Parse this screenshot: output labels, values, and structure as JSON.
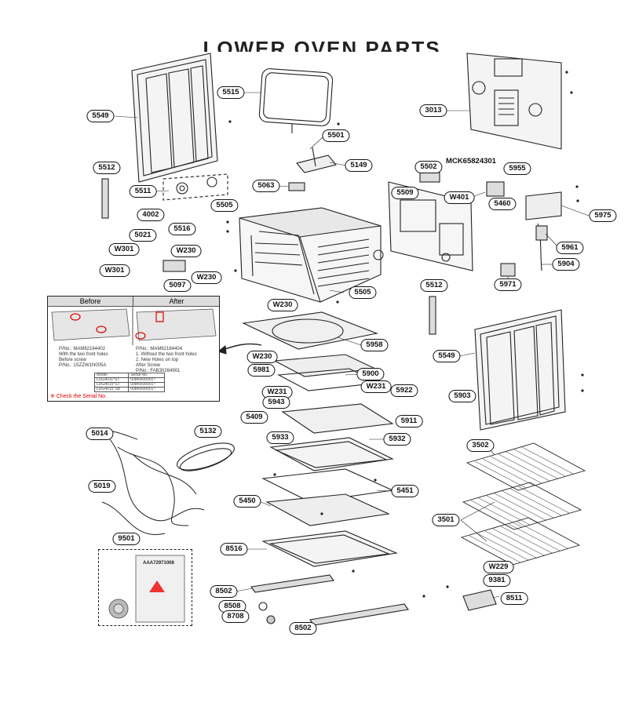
{
  "title": "LOWER OVEN PARTS",
  "labels": [
    {
      "id": "5549a",
      "text": "5549"
    },
    {
      "id": "5515",
      "text": "5515"
    },
    {
      "id": "3013",
      "text": "3013"
    },
    {
      "id": "5501",
      "text": "5501"
    },
    {
      "id": "5149",
      "text": "5149"
    },
    {
      "id": "5512a",
      "text": "5512"
    },
    {
      "id": "5502",
      "text": "5502"
    },
    {
      "id": "mck",
      "text": "MCK65824301"
    },
    {
      "id": "5955",
      "text": "5955"
    },
    {
      "id": "5511",
      "text": "5511"
    },
    {
      "id": "5063",
      "text": "5063"
    },
    {
      "id": "5509",
      "text": "5509"
    },
    {
      "id": "w401",
      "text": "W401"
    },
    {
      "id": "5460",
      "text": "5460"
    },
    {
      "id": "5505a",
      "text": "5505"
    },
    {
      "id": "4002",
      "text": "4002"
    },
    {
      "id": "5516",
      "text": "5516"
    },
    {
      "id": "5975",
      "text": "5975"
    },
    {
      "id": "5021",
      "text": "5021"
    },
    {
      "id": "w301a",
      "text": "W301"
    },
    {
      "id": "w230a",
      "text": "W230"
    },
    {
      "id": "5961",
      "text": "5961"
    },
    {
      "id": "5097",
      "text": "5097"
    },
    {
      "id": "w301b",
      "text": "W301"
    },
    {
      "id": "w230b",
      "text": "W230"
    },
    {
      "id": "5904",
      "text": "5904"
    },
    {
      "id": "5971",
      "text": "5971"
    },
    {
      "id": "5512b",
      "text": "5512"
    },
    {
      "id": "5505b",
      "text": "5505"
    },
    {
      "id": "w230c",
      "text": "W230"
    },
    {
      "id": "5958",
      "text": "5958"
    },
    {
      "id": "w230d",
      "text": "W230"
    },
    {
      "id": "5549b",
      "text": "5549"
    },
    {
      "id": "5981",
      "text": "5981"
    },
    {
      "id": "5900",
      "text": "5900"
    },
    {
      "id": "w231a",
      "text": "W231"
    },
    {
      "id": "w231b",
      "text": "W231"
    },
    {
      "id": "5922",
      "text": "5922"
    },
    {
      "id": "5943",
      "text": "5943"
    },
    {
      "id": "5903",
      "text": "5903"
    },
    {
      "id": "5911",
      "text": "5911"
    },
    {
      "id": "5409",
      "text": "5409"
    },
    {
      "id": "5014",
      "text": "5014"
    },
    {
      "id": "5132",
      "text": "5132"
    },
    {
      "id": "5933",
      "text": "5933"
    },
    {
      "id": "5932",
      "text": "5932"
    },
    {
      "id": "3502",
      "text": "3502"
    },
    {
      "id": "5019",
      "text": "5019"
    },
    {
      "id": "5451",
      "text": "5451"
    },
    {
      "id": "5450",
      "text": "5450"
    },
    {
      "id": "3501",
      "text": "3501"
    },
    {
      "id": "9501",
      "text": "9501"
    },
    {
      "id": "8516",
      "text": "8516"
    },
    {
      "id": "w229",
      "text": "W229"
    },
    {
      "id": "9381",
      "text": "9381"
    },
    {
      "id": "8502a",
      "text": "8502"
    },
    {
      "id": "8511",
      "text": "8511"
    },
    {
      "id": "8508",
      "text": "8508"
    },
    {
      "id": "8708",
      "text": "8708"
    },
    {
      "id": "8502b",
      "text": "8502"
    }
  ],
  "inset": {
    "before": "Before",
    "after": "After",
    "before_text": "P/No.: MAM62164402\nWith the two front holes\nBefore screw\nP/No.: 1SZZW1N005A",
    "after_text": "P/No.: MAM62164404\n1. Without the two front holes\n2. New Holes on top\nAfter Screw\nP/No.: FAB30264901",
    "table_header": [
      "Model",
      "Serial No."
    ],
    "table_rows": [
      [
        "LDG4011*ST",
        "008KR00001~"
      ],
      [
        "LDG4015*ST",
        "008KR00001~"
      ],
      [
        "LDG4015*SB",
        "008KR00001~"
      ]
    ],
    "note": "※ Check the Serial No."
  },
  "kit": {
    "code": "AAA72971008"
  }
}
